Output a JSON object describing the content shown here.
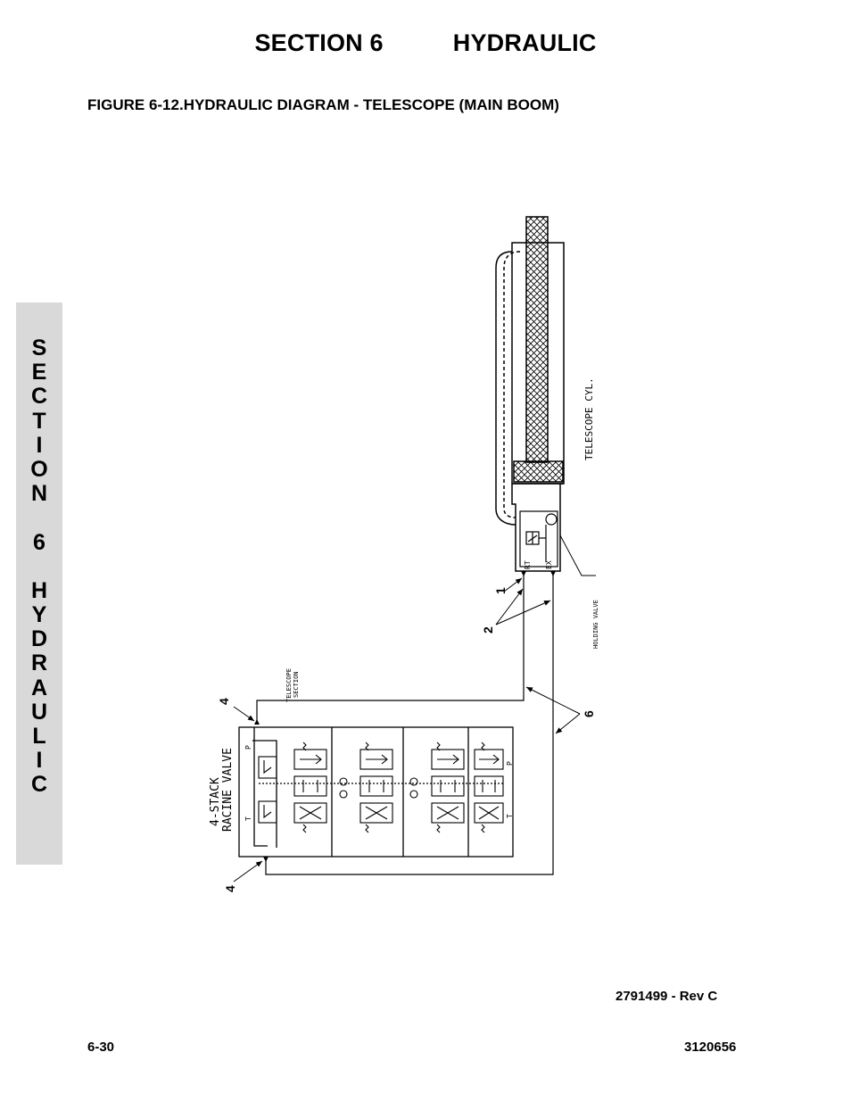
{
  "header": {
    "section": "SECTION 6",
    "topic": "HYDRAULIC"
  },
  "figure_title": "FIGURE 6-12.HYDRAULIC DIAGRAM - TELESCOPE (MAIN BOOM)",
  "side_tab": {
    "letters": [
      "S",
      "E",
      "C",
      "T",
      "I",
      "O",
      "N",
      "",
      "6",
      "",
      "H",
      "Y",
      "D",
      "R",
      "A",
      "U",
      "L",
      "I",
      "C"
    ]
  },
  "diagram": {
    "cylinder_label": "TELESCOPE CYL.",
    "holding_valve_label": "HOLDING VALVE",
    "port_rt": "RT",
    "port_ex": "EX",
    "valve_label_line1": "4-STACK",
    "valve_label_line2": "RACINE VALVE",
    "section_label_line1": "TELESCOPE",
    "section_label_line2": "SECTION",
    "port_p": "P",
    "port_t": "T",
    "callouts": {
      "c1": "1",
      "c2": "2",
      "c4_top": "4",
      "c4_bottom": "4",
      "c6": "6"
    }
  },
  "footer": {
    "revision": "2791499 - Rev C",
    "page": "6-30",
    "doc_number": "3120656"
  }
}
